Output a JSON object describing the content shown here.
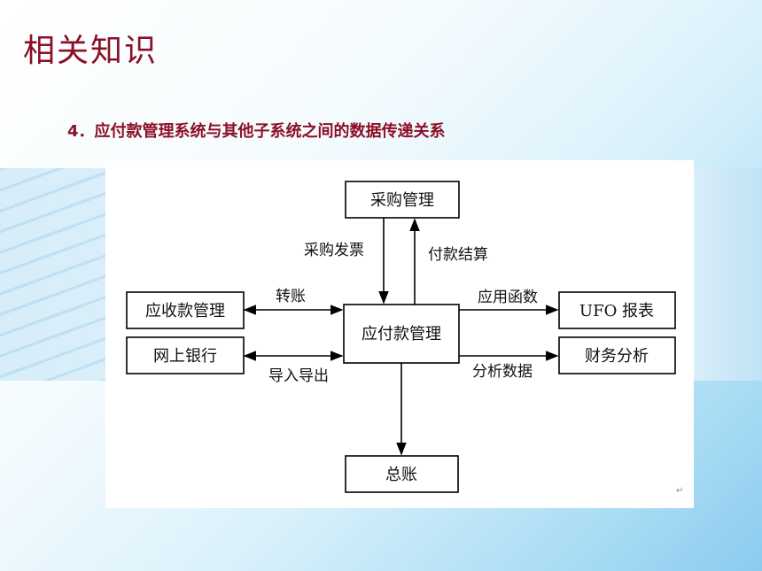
{
  "slide": {
    "title": "相关知识",
    "subtitle": "4．应付款管理系统与其他子系统之间的数据传递关系"
  },
  "diagram": {
    "nodes": {
      "purchase": "采购管理",
      "receivable": "应收款管理",
      "bank": "网上银行",
      "center": "应付款管理",
      "ufo": "UFO 报表",
      "finance": "财务分析",
      "ledger": "总账"
    },
    "edges": {
      "purchase_invoice": "采购发票",
      "payment_settlement": "付款结算",
      "transfer": "转账",
      "import_export": "导入导出",
      "app_function": "应用函数",
      "analysis_data": "分析数据"
    },
    "return_mark": "↵"
  }
}
